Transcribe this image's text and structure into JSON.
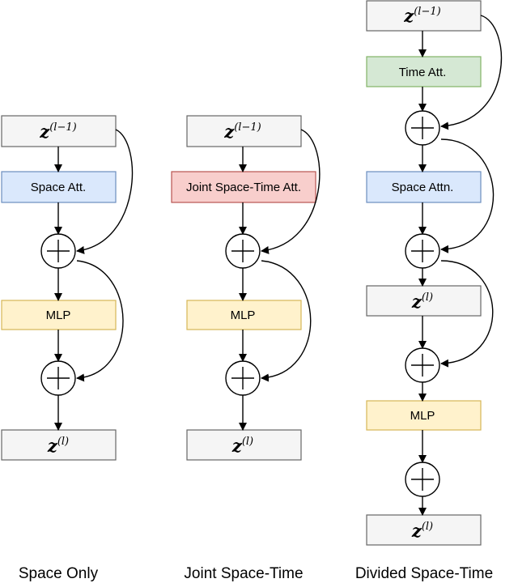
{
  "colors": {
    "gray": "#f5f5f5",
    "blue": "#dae8fc",
    "red": "#f8cecc",
    "green": "#d5e8d4",
    "yellow": "#fff2cc",
    "blue_border": "#6c8ebf",
    "red_border": "#b85450",
    "green_border": "#82b366",
    "yellow_border": "#d6b656",
    "gray_border": "#666666"
  },
  "columns": {
    "space_only": {
      "caption": "Space Only",
      "input": {
        "base": "z",
        "sup": "(l−1)"
      },
      "attention": "Space Att.",
      "mlp": "MLP",
      "output": {
        "base": "z",
        "sup": "(l)"
      }
    },
    "joint": {
      "caption": "Joint Space-Time",
      "input": {
        "base": "z",
        "sup": "(l−1)"
      },
      "attention": "Joint Space-Time Att.",
      "mlp": "MLP",
      "output": {
        "base": "z",
        "sup": "(l)"
      }
    },
    "divided": {
      "caption": "Divided Space-Time",
      "input": {
        "base": "z",
        "sup": "(l−1)"
      },
      "time_attention": "Time Att.",
      "space_attention": "Space Attn.",
      "mid": {
        "base": "z",
        "sup": "(l)"
      },
      "mlp": "MLP",
      "output": {
        "base": "z",
        "sup": "(l)"
      }
    }
  }
}
